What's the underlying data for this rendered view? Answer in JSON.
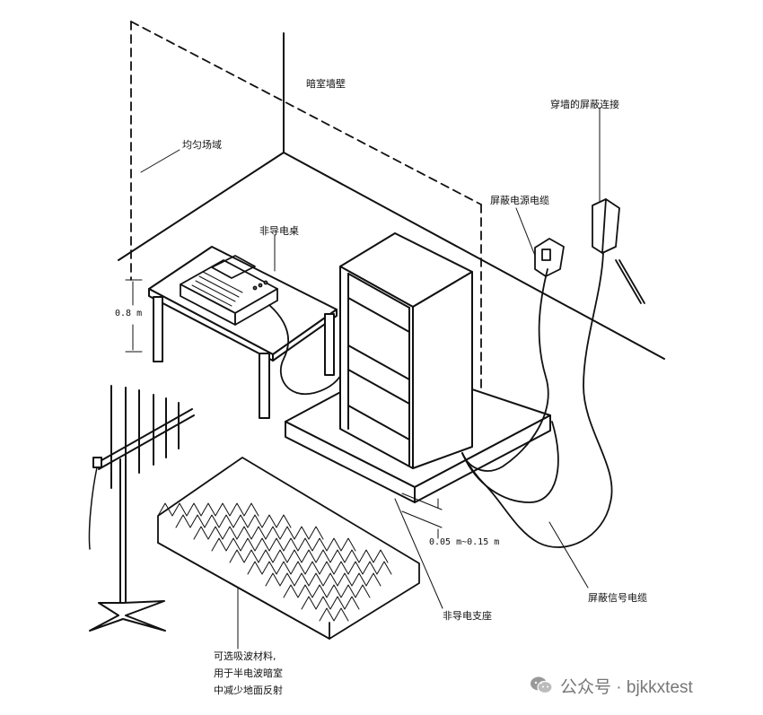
{
  "labels": {
    "chamber_wall": "暗室墙壁",
    "uniform_field": "均匀场域",
    "non_conductive_table": "非导电桌",
    "table_height": "0.8 m",
    "wall_feedthrough": "穿墙的屏蔽连接",
    "shielded_power_cable": "屏蔽电源电缆",
    "support_height": "0.05 m~0.15 m",
    "non_conductive_support": "非导电支座",
    "shielded_signal_cable": "屏蔽信号电缆",
    "absorber_note": [
      "可选吸波材料,",
      "用于半电波暗室",
      "中减少地面反射"
    ]
  },
  "watermark": {
    "text": "公众号 · bjkkxtest",
    "icon": "wechat-icon"
  }
}
